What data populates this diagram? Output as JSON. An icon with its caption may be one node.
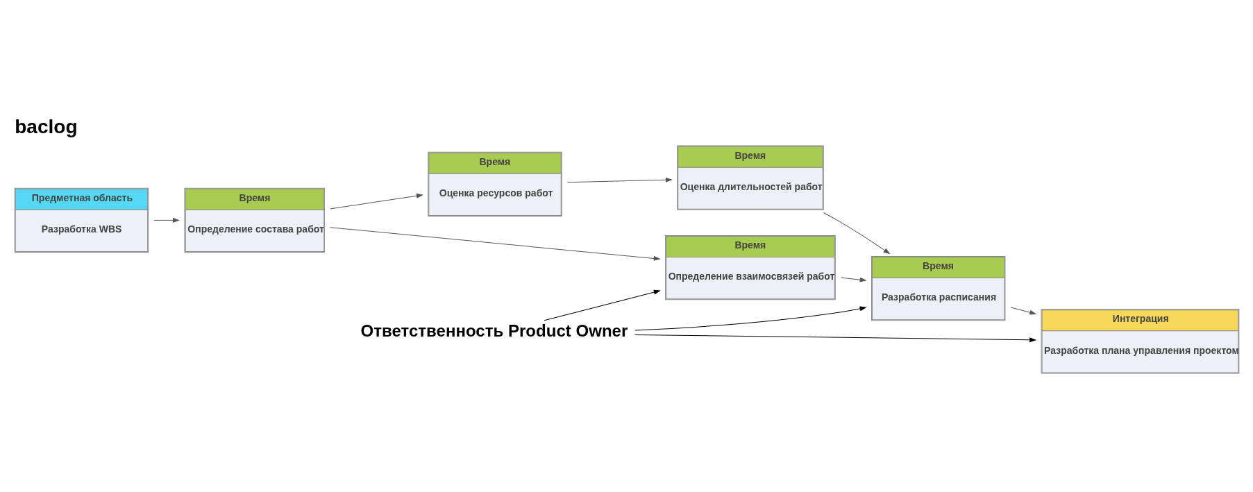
{
  "diagram": {
    "title": "baclog",
    "nodes": [
      {
        "text": [
          "Предметная область",
          "Разработка WBS"
        ]
      },
      {
        "text": [
          "Время",
          "Определение состава работ"
        ]
      },
      {
        "text": [
          "Время",
          "Оценка ресурсов работ"
        ]
      },
      {
        "text": [
          "Время",
          "Оценка длительностей работ"
        ]
      },
      {
        "text": [
          "Время",
          "Определение взаимосвязей работ"
        ]
      },
      {
        "text": [
          "Время",
          "Разработка расписания"
        ]
      },
      {
        "text": [
          "Интеграция",
          "Разработка плана управления проектом"
        ]
      },
      {
        "text": [
          "Ответственность Product Owner"
        ]
      }
    ],
    "edges": [
      {
        "from": 0,
        "to": 1,
        "arrow": "to"
      },
      {
        "from": 1,
        "to": 2,
        "arrow": "to"
      },
      {
        "from": 1,
        "to": 4,
        "arrow": "to"
      },
      {
        "from": 2,
        "to": 3,
        "arrow": "to"
      },
      {
        "from": 3,
        "to": 5,
        "arrow": "to"
      },
      {
        "from": 4,
        "to": 5,
        "arrow": "to"
      },
      {
        "from": 5,
        "to": 6,
        "arrow": "to"
      },
      {
        "from": 7,
        "to": 4,
        "arrow": "to",
        "color": "#000000"
      },
      {
        "from": 7,
        "to": 5,
        "arrow": "to",
        "color": "#000000"
      },
      {
        "from": 7,
        "to": 6,
        "arrow": "to",
        "color": "#000000"
      }
    ]
  }
}
